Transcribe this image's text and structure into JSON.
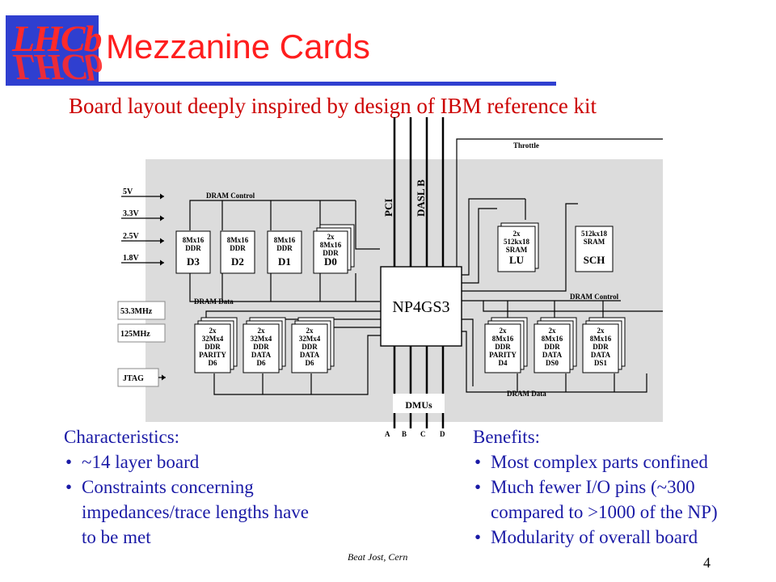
{
  "logo": {
    "text": "LHCb"
  },
  "title": "Mezzanine Cards",
  "subtitle": "Board layout deeply inspired by design of IBM reference kit",
  "diagram": {
    "throttle": "Throttle",
    "pci": "PCI",
    "dasl": "DASL B",
    "dram_control_top": "DRAM Control",
    "dram_control_right": "DRAM Control",
    "dram_data_left": "DRAM Data",
    "dram_data_bottom": "DRAM Data",
    "voltages": [
      "5V",
      "3.3V",
      "2.5V",
      "1.8V"
    ],
    "clocks": [
      "53.3MHz",
      "125MHz"
    ],
    "jtag": "JTAG",
    "np": "NP4GS3",
    "dmus": "DMUs",
    "dmu_ports": [
      "A",
      "B",
      "C",
      "D"
    ],
    "chips_top": [
      {
        "lines": [
          "8Mx16",
          "DDR"
        ],
        "big": "D3"
      },
      {
        "lines": [
          "8Mx16",
          "DDR"
        ],
        "big": "D2"
      },
      {
        "lines": [
          "8Mx16",
          "DDR"
        ],
        "big": "D1"
      },
      {
        "lines": [
          "2x",
          "8Mx16",
          "DDR"
        ],
        "big": "D0"
      }
    ],
    "chips_right_top": [
      {
        "lines": [
          "2x",
          "512kx18",
          "SRAM"
        ],
        "big": "LU"
      },
      {
        "lines": [
          "512kx18",
          "SRAM"
        ],
        "big": "SCH"
      }
    ],
    "chips_bottom_left": [
      {
        "lines": [
          "2x",
          "32Mx4",
          "DDR",
          "PARITY",
          "D6"
        ]
      },
      {
        "lines": [
          "2x",
          "32Mx4",
          "DDR",
          "DATA",
          "D6"
        ]
      },
      {
        "lines": [
          "2x",
          "32Mx4",
          "DDR",
          "DATA",
          "D6"
        ]
      }
    ],
    "chips_bottom_right": [
      {
        "lines": [
          "2x",
          "8Mx16",
          "DDR",
          "PARITY",
          "D4"
        ]
      },
      {
        "lines": [
          "2x",
          "8Mx16",
          "DDR",
          "DATA",
          "DS0"
        ]
      },
      {
        "lines": [
          "2x",
          "8Mx16",
          "DDR",
          "DATA",
          "DS1"
        ]
      }
    ]
  },
  "characteristics": {
    "heading": "Characteristics:",
    "items": [
      "~14 layer board",
      "Constraints concerning impedances/trace lengths have to be met"
    ]
  },
  "benefits": {
    "heading": "Benefits:",
    "items": [
      "Most complex parts confined",
      "Much fewer I/O pins (~300 compared to >1000 of the NP)",
      "Modularity of overall board"
    ]
  },
  "footer": {
    "author": "Beat Jost, Cern",
    "page": "4"
  }
}
